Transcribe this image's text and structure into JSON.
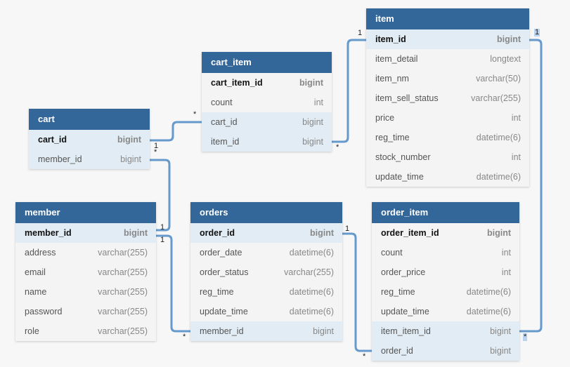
{
  "tables": {
    "cart": {
      "name": "cart",
      "columns": [
        {
          "name": "cart_id",
          "type": "bigint"
        },
        {
          "name": "member_id",
          "type": "bigint"
        }
      ]
    },
    "cart_item": {
      "name": "cart_item",
      "columns": [
        {
          "name": "cart_item_id",
          "type": "bigint"
        },
        {
          "name": "count",
          "type": "int"
        },
        {
          "name": "cart_id",
          "type": "bigint"
        },
        {
          "name": "item_id",
          "type": "bigint"
        }
      ]
    },
    "item": {
      "name": "item",
      "columns": [
        {
          "name": "item_id",
          "type": "bigint"
        },
        {
          "name": "item_detail",
          "type": "longtext"
        },
        {
          "name": "item_nm",
          "type": "varchar(50)"
        },
        {
          "name": "item_sell_status",
          "type": "varchar(255)"
        },
        {
          "name": "price",
          "type": "int"
        },
        {
          "name": "reg_time",
          "type": "datetime(6)"
        },
        {
          "name": "stock_number",
          "type": "int"
        },
        {
          "name": "update_time",
          "type": "datetime(6)"
        }
      ]
    },
    "member": {
      "name": "member",
      "columns": [
        {
          "name": "member_id",
          "type": "bigint"
        },
        {
          "name": "address",
          "type": "varchar(255)"
        },
        {
          "name": "email",
          "type": "varchar(255)"
        },
        {
          "name": "name",
          "type": "varchar(255)"
        },
        {
          "name": "password",
          "type": "varchar(255)"
        },
        {
          "name": "role",
          "type": "varchar(255)"
        }
      ]
    },
    "orders": {
      "name": "orders",
      "columns": [
        {
          "name": "order_id",
          "type": "bigint"
        },
        {
          "name": "order_date",
          "type": "datetime(6)"
        },
        {
          "name": "order_status",
          "type": "varchar(255)"
        },
        {
          "name": "reg_time",
          "type": "datetime(6)"
        },
        {
          "name": "update_time",
          "type": "datetime(6)"
        },
        {
          "name": "member_id",
          "type": "bigint"
        }
      ]
    },
    "order_item": {
      "name": "order_item",
      "columns": [
        {
          "name": "order_item_id",
          "type": "bigint"
        },
        {
          "name": "count",
          "type": "int"
        },
        {
          "name": "order_price",
          "type": "int"
        },
        {
          "name": "reg_time",
          "type": "datetime(6)"
        },
        {
          "name": "update_time",
          "type": "datetime(6)"
        },
        {
          "name": "item_item_id",
          "type": "bigint"
        },
        {
          "name": "order_id",
          "type": "bigint"
        }
      ]
    }
  },
  "relationships": [
    {
      "name": "cart-to-cart-item",
      "one": "1",
      "many": "*"
    },
    {
      "name": "item-to-cart-item",
      "one": "1",
      "many": "*"
    },
    {
      "name": "member-to-cart",
      "one": "1",
      "many": "*"
    },
    {
      "name": "member-to-orders",
      "one": "1",
      "many": "*"
    },
    {
      "name": "orders-to-order-item",
      "one": "1",
      "many": "*"
    },
    {
      "name": "item-to-order-item",
      "one": "1",
      "many": "*"
    }
  ],
  "colors": {
    "header": "#336699",
    "highlight_row": "#e1ecf4",
    "edge": "#6699cc",
    "selection": "#b9d3ef"
  }
}
